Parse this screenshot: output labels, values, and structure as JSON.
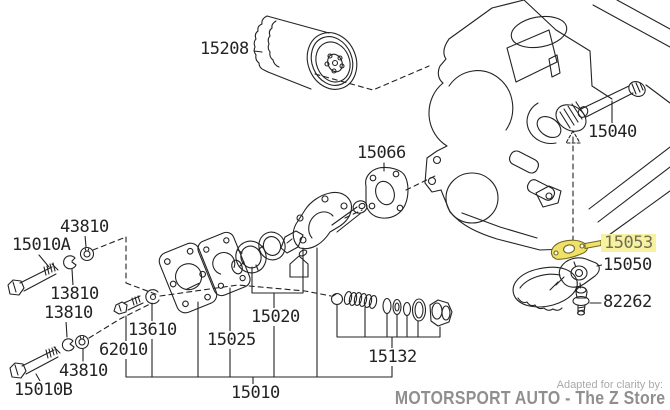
{
  "diagram": {
    "labels": {
      "oil_filter": "15208",
      "drive_spindle": "15040",
      "pump_mount_gasket": "15066",
      "strainer_gasket": "15053",
      "oil_strainer": "15050",
      "strainer_bolt": "82262",
      "regulator_valve_set": "15132",
      "gear_set": "15020",
      "pump_cover": "15025",
      "washer_13610": "13610",
      "bolt_62010": "62010",
      "washer_43810_top": "43810",
      "washer_43810_bottom": "43810",
      "lock_washer_top": "13810",
      "lock_washer_bottom": "13810",
      "bolt_15010a": "15010A",
      "bolt_15010b": "15010B",
      "oil_pump_assembly": "15010"
    },
    "highlight": {
      "part_number": "15053",
      "fill_color": "#F0E268",
      "label_background": "#F7F2A0"
    },
    "colors": {
      "line": "#232323",
      "background": "#ffffff",
      "footer_text": "#8f8f8f"
    }
  },
  "footer": {
    "credit_line": "Adapted for clarity by:",
    "brand": "MOTORSPORT AUTO - The Z Store"
  }
}
